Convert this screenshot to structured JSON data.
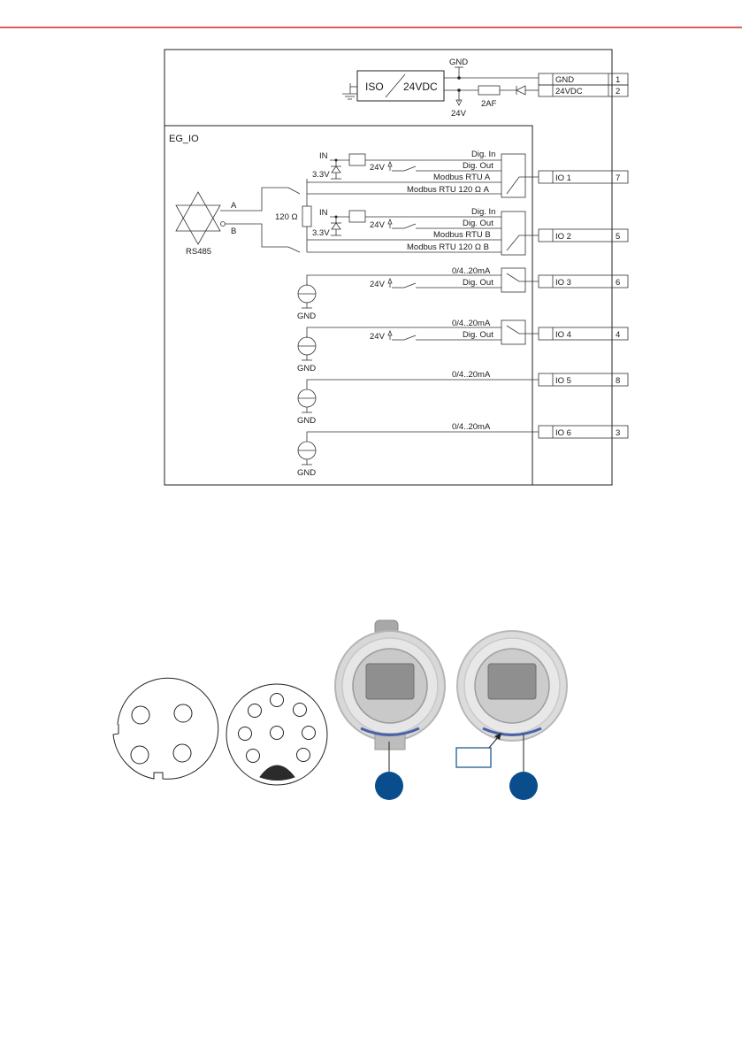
{
  "top_rule_color": "#c00000",
  "accent_color": "#0a4d8c",
  "schematic": {
    "power": {
      "iso_label": "ISO",
      "supply_label": "24VDC",
      "gnd_top_label": "GND",
      "v24_bottom_label": "24V",
      "fuse_label": "2AF"
    },
    "module_label": "EG_IO",
    "rs485_label": "RS485",
    "bus_a_label": "A",
    "bus_b_label": "B",
    "resistor_label": "120 Ω",
    "channels": {
      "ch1": {
        "in_label": "IN",
        "v33_label": "3.3V",
        "v24_label": "24V",
        "dig_in": "Dig. In",
        "dig_out": "Dig. Out",
        "modbus": "Modbus RTU A",
        "modbus_term": "Modbus RTU 120   Ω A"
      },
      "ch2": {
        "in_label": "IN",
        "v33_label": "3.3V",
        "v24_label": "24V",
        "dig_in": "Dig. In",
        "dig_out": "Dig. Out",
        "modbus": "Modbus RTU B",
        "modbus_term": "Modbus RTU 120   Ω B"
      },
      "ch3": {
        "analog": "0/4..20mA",
        "v24_label": "24V",
        "dig_out": "Dig. Out",
        "gnd": "GND"
      },
      "ch4": {
        "analog": "0/4..20mA",
        "v24_label": "24V",
        "dig_out": "Dig. Out",
        "gnd": "GND"
      },
      "ch5": {
        "analog": "0/4..20mA",
        "gnd": "GND"
      },
      "ch6": {
        "analog": "0/4..20mA",
        "gnd": "GND"
      }
    },
    "terminals": [
      {
        "name": "GND",
        "pin": "1"
      },
      {
        "name": "24VDC",
        "pin": "2"
      },
      {
        "name": "IO 1",
        "pin": "7"
      },
      {
        "name": "IO 2",
        "pin": "5"
      },
      {
        "name": "IO 3",
        "pin": "6"
      },
      {
        "name": "IO 4",
        "pin": "4"
      },
      {
        "name": "IO 5",
        "pin": "8"
      },
      {
        "name": "IO 6",
        "pin": "3"
      }
    ]
  }
}
